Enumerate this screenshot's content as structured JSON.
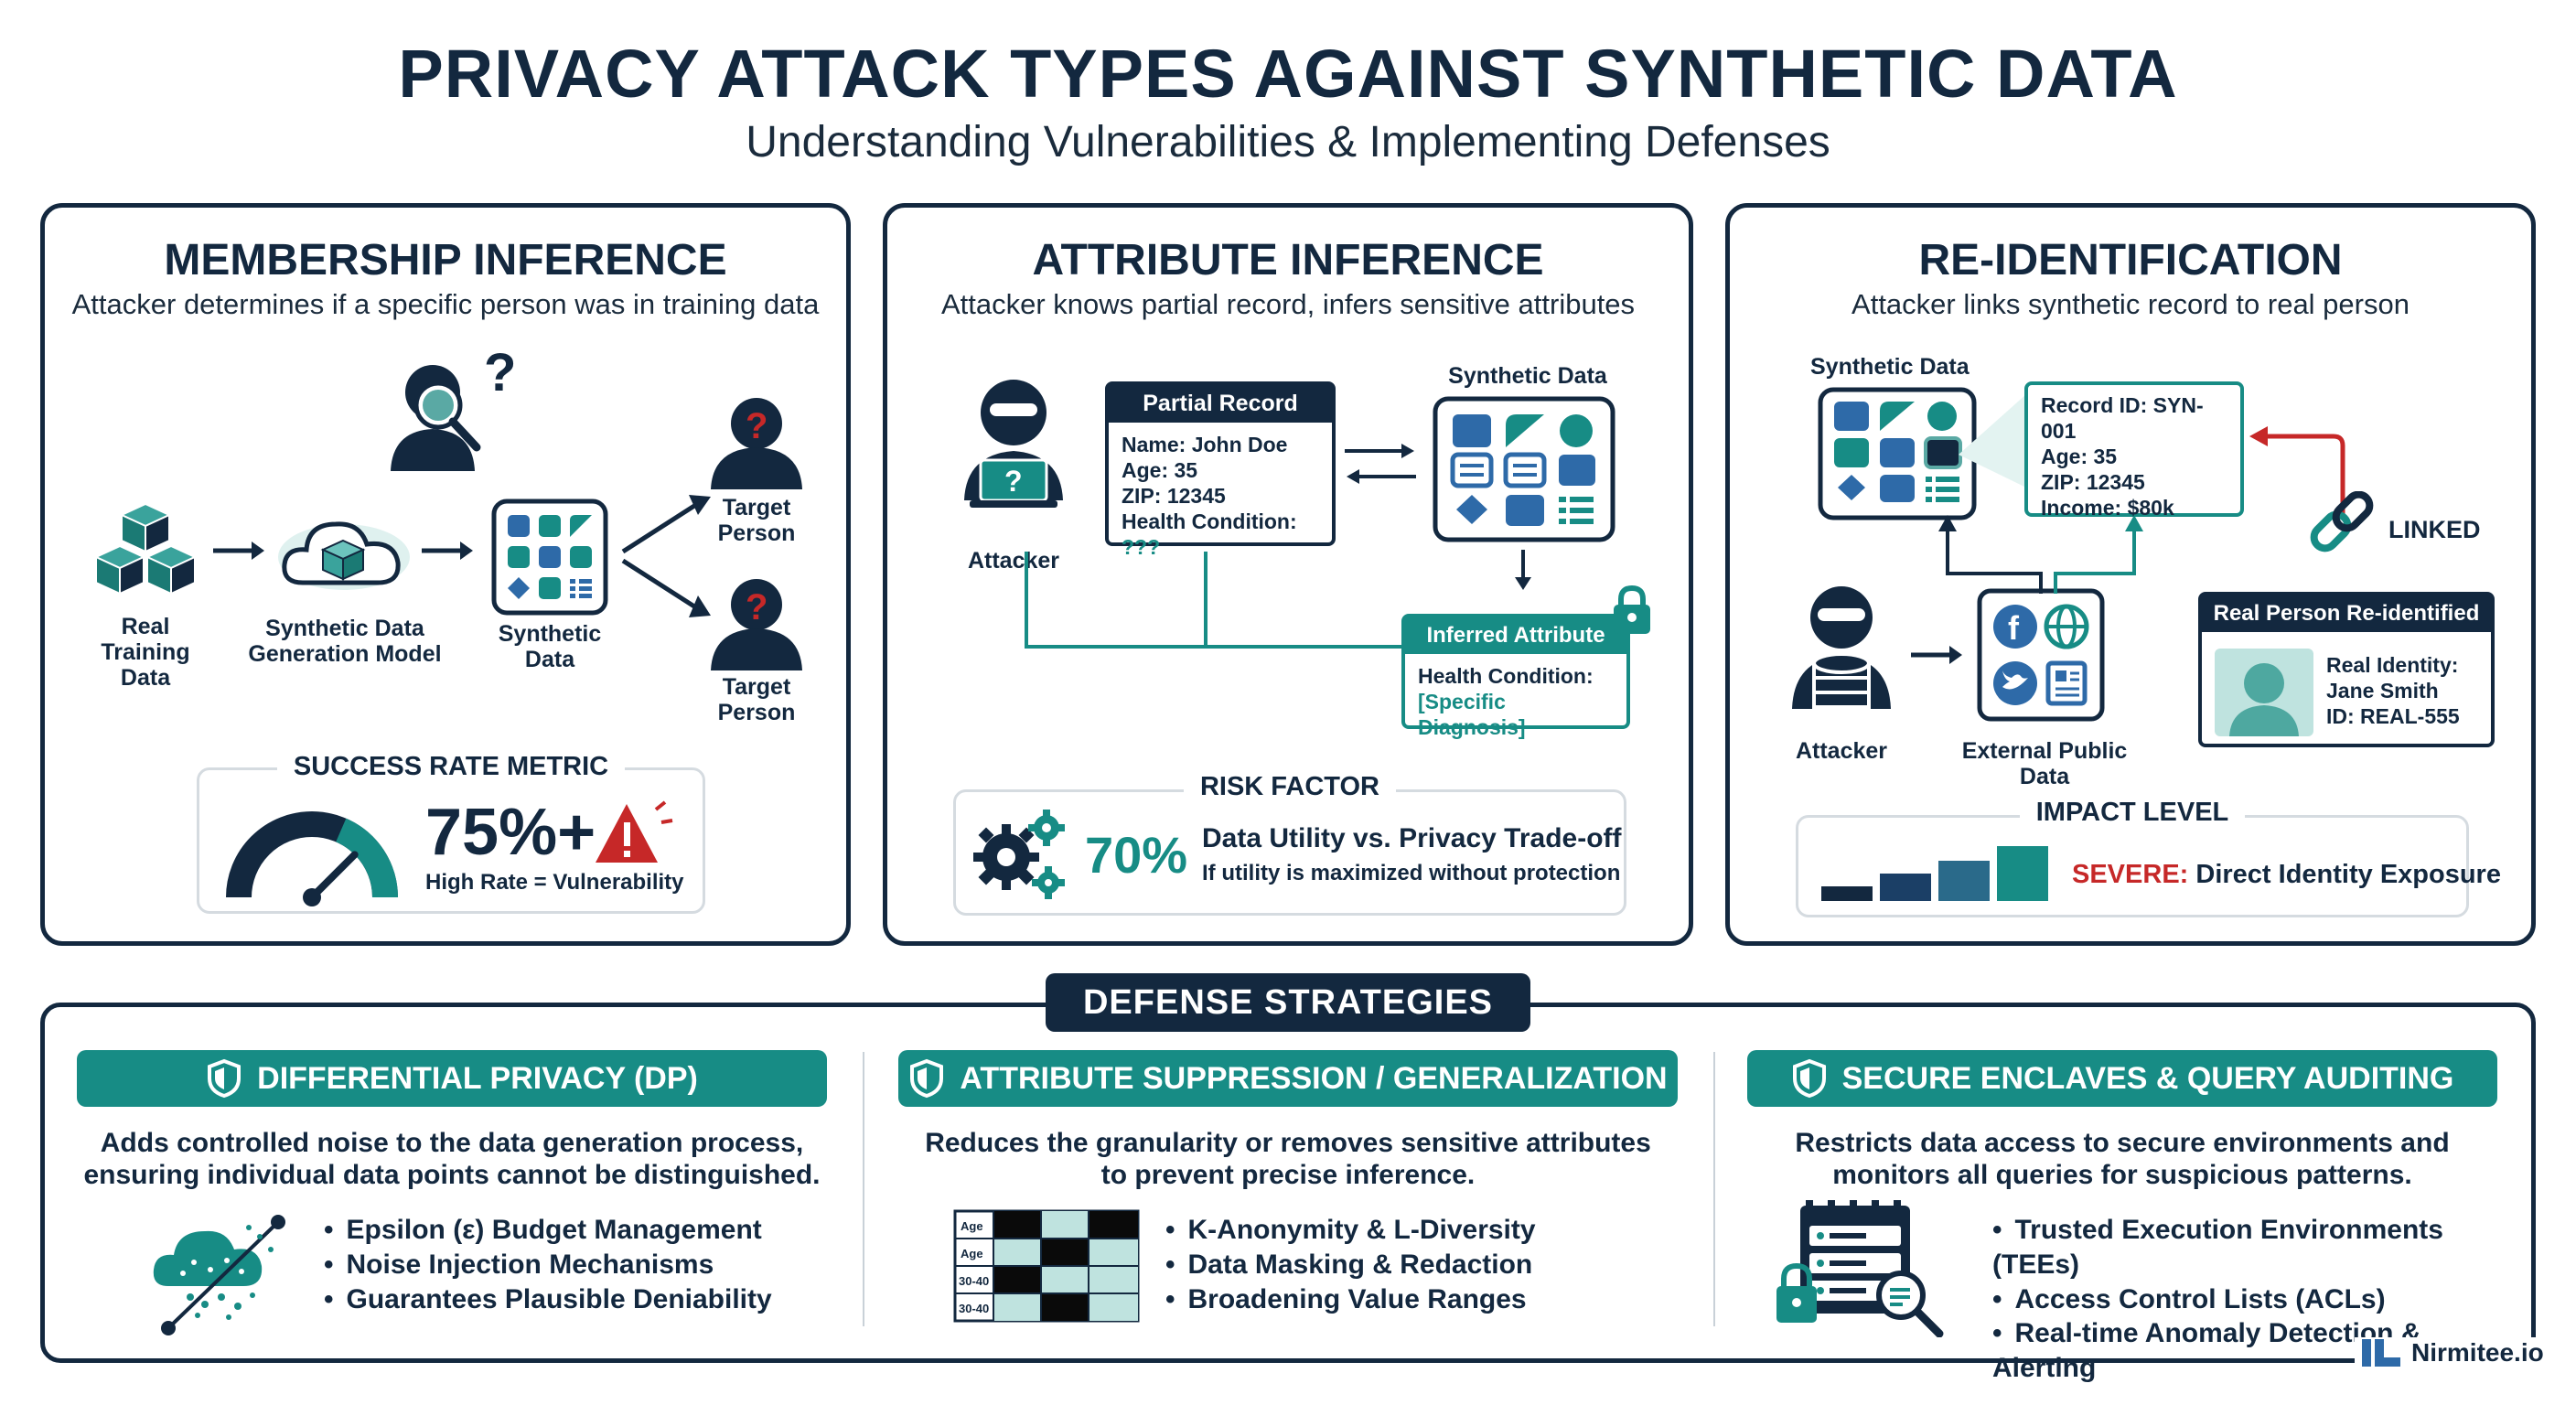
{
  "header": {
    "title": "PRIVACY ATTACK TYPES AGAINST SYNTHETIC DATA",
    "subtitle": "Understanding Vulnerabilities & Implementing Defenses"
  },
  "panels": {
    "membership": {
      "title": "MEMBERSHIP INFERENCE",
      "subtitle": "Attacker determines if a specific person was in training data",
      "real_training_data": "Real Training Data",
      "generation_model": "Synthetic Data Generation Model",
      "synthetic_data": "Synthetic Data",
      "target_person_1": "Target Person",
      "target_person_2": "Target Person",
      "metric_title": "SUCCESS RATE METRIC",
      "metric_value": "75%+",
      "metric_note": "High Rate = Vulnerability",
      "gauge_level": 0.75
    },
    "attribute": {
      "title": "ATTRIBUTE INFERENCE",
      "subtitle": "Attacker knows partial record, infers sensitive attributes",
      "attacker": "Attacker",
      "partial_record_title": "Partial Record",
      "partial_record_lines": [
        "Name: John Doe",
        "Age: 35",
        "ZIP: 12345"
      ],
      "health_condition_label": "Health Condition:",
      "health_condition_value": "???",
      "synthetic_data": "Synthetic Data",
      "inferred_title": "Inferred Attribute",
      "inferred_label": "Health Condition:",
      "inferred_value": "[Specific Diagnosis]",
      "risk_title": "RISK FACTOR",
      "risk_value": "70%",
      "risk_main": "Data Utility vs. Privacy Trade-off",
      "risk_note": "If utility is maximized without protection"
    },
    "reident": {
      "title": "RE-IDENTIFICATION",
      "subtitle": "Attacker links synthetic record to real person",
      "synthetic_data": "Synthetic Data",
      "record_lines": [
        "Record ID: SYN-001",
        "Age: 35",
        "ZIP: 12345",
        "Income: $80k"
      ],
      "linked": "LINKED",
      "real_person_title": "Real Person Re-identified",
      "real_identity_lines": [
        "Real Identity:",
        "Jane Smith",
        "ID: REAL-555"
      ],
      "attacker": "Attacker",
      "external_data": "External Public Data",
      "impact_title": "IMPACT LEVEL",
      "impact_severity": "SEVERE:",
      "impact_text": "Direct Identity Exposure"
    }
  },
  "defense": {
    "label": "DEFENSE STRATEGIES",
    "columns": [
      {
        "title": "DIFFERENTIAL PRIVACY (DP)",
        "desc_1": "Adds controlled noise to the data generation process,",
        "desc_2": "ensuring individual data points cannot be distinguished.",
        "items": [
          "Epsilon (ε) Budget Management",
          "Noise Injection Mechanisms",
          "Guarantees Plausible Deniability"
        ]
      },
      {
        "title": "ATTRIBUTE SUPPRESSION / GENERALIZATION",
        "desc_1": "Reduces the granularity or removes sensitive attributes",
        "desc_2": "to prevent precise inference.",
        "items": [
          "K-Anonymity & L-Diversity",
          "Data Masking & Redaction",
          "Broadening Value Ranges"
        ],
        "table_labels": [
          "Age",
          "Age",
          "30-40",
          "30-40"
        ]
      },
      {
        "title": "SECURE ENCLAVES & QUERY AUDITING",
        "desc_1": "Restricts data access to secure environments and",
        "desc_2": "monitors all queries for suspicious patterns.",
        "items": [
          "Trusted Execution Environments (TEEs)",
          "Access Control Lists (ACLs)",
          "Real-time Anomaly Detection & Alerting"
        ]
      }
    ]
  },
  "brand": {
    "name": "Nirmitee.io"
  },
  "colors": {
    "navy": "#13283f",
    "teal": "#178c85",
    "blue": "#2e6aa8",
    "red": "#c62828"
  }
}
